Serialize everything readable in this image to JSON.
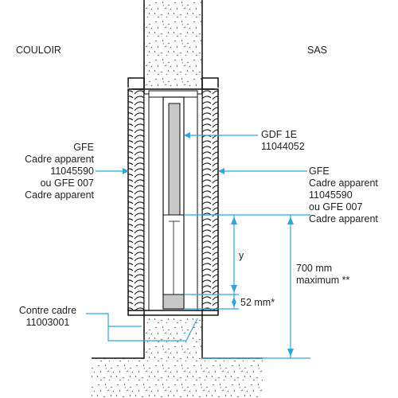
{
  "labels": {
    "couloir": "COULOIR",
    "sas": "SAS",
    "gdf": [
      "GDF 1E",
      "11044052"
    ],
    "gfe_left": [
      "GFE",
      "Cadre apparent",
      "11045590",
      "ou GFE  007",
      "Cadre apparent"
    ],
    "gfe_right": [
      "GFE",
      "Cadre apparent",
      "11045590",
      "ou GFE  007",
      "Cadre apparent"
    ],
    "y": "y",
    "dim_700": [
      "700 mm",
      "maximum **"
    ],
    "dim_52": "52 mm*",
    "contre_cadre": [
      "Contre cadre",
      "11003001"
    ]
  },
  "colors": {
    "dimension": "#29a8e0",
    "outline": "#111111",
    "panel": "#c8c8c8",
    "concrete_dots": "#555555"
  }
}
